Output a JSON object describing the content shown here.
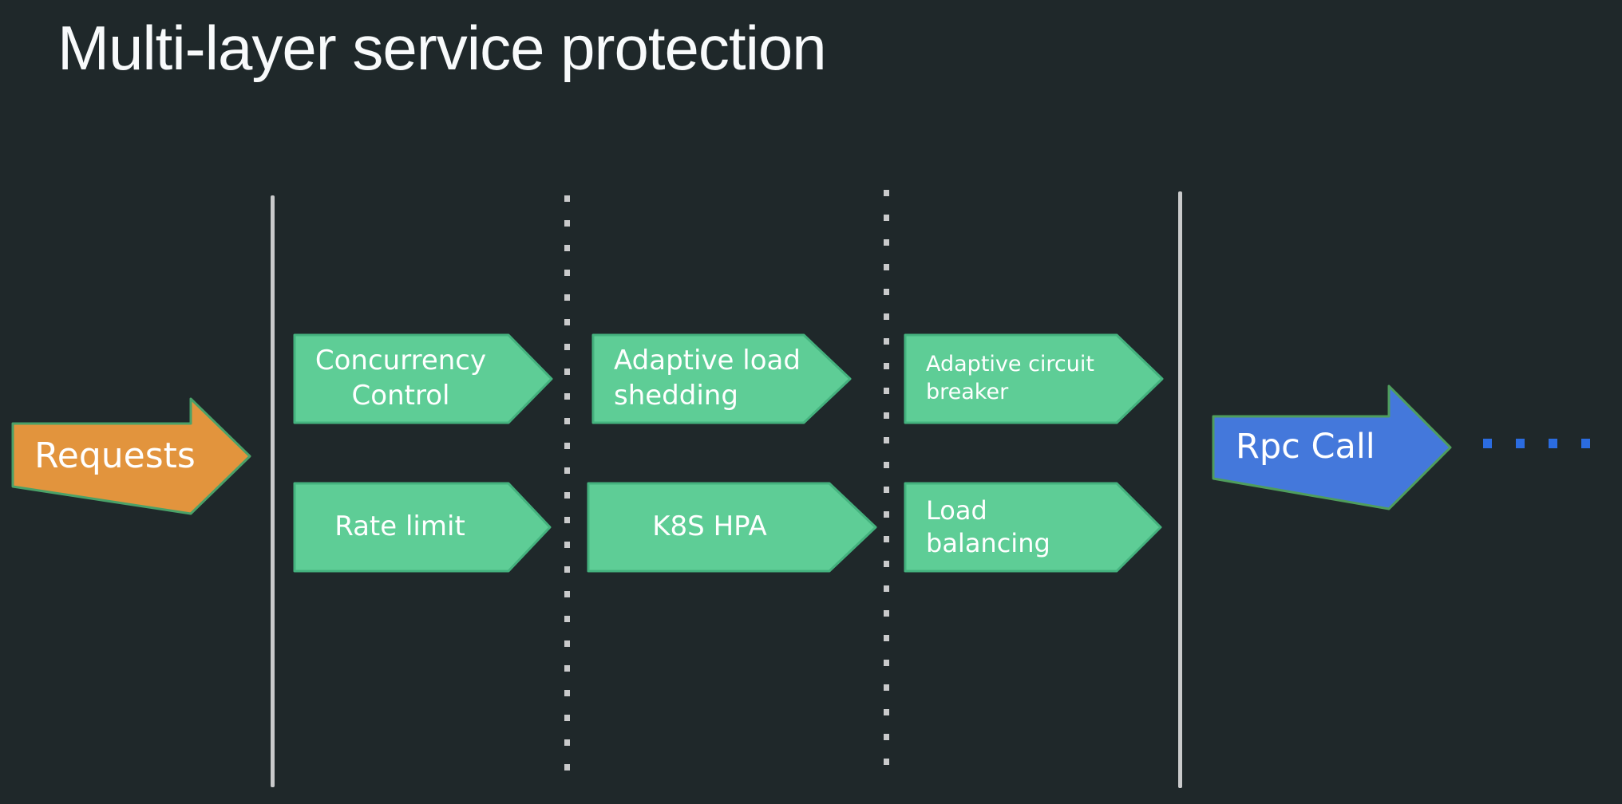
{
  "title": "Multi-layer service protection",
  "input": {
    "label": "Requests"
  },
  "output": {
    "label": "Rpc Call"
  },
  "layers": {
    "layer1": {
      "top_lines": [
        "Concurrency",
        "Control"
      ],
      "bottom_lines": [
        "Rate limit"
      ]
    },
    "layer2": {
      "top_lines": [
        "Adaptive load",
        "shedding"
      ],
      "bottom_lines": [
        "K8S HPA"
      ]
    },
    "layer3": {
      "top_lines": [
        "Adaptive circuit",
        "breaker"
      ],
      "bottom_lines": [
        "Load balancing"
      ]
    }
  },
  "colors": {
    "background": "#1f282a",
    "stage_green_fill": "#5ecd96",
    "stage_green_border": "#44b27e",
    "requests_orange_fill": "#e2943d",
    "rpc_blue_fill": "#4478db",
    "arrow_outline_green": "#4f9d5c",
    "divider_gray": "#c9cacb",
    "continuation_dots_blue": "#2b6ce0",
    "text_white": "#ffffff"
  }
}
